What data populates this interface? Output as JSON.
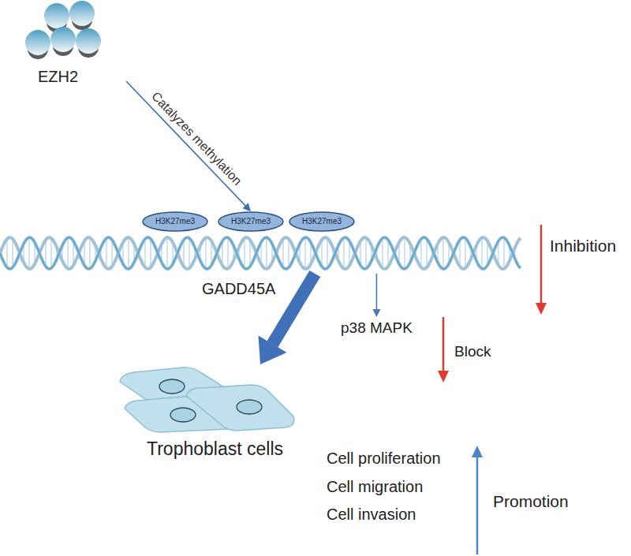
{
  "diagram": {
    "nodes": [
      {
        "text": [
          "EZH2"
        ]
      },
      {
        "text": [
          "GADD45A"
        ]
      },
      {
        "text": [
          "H3K27me3"
        ]
      },
      {
        "text": [
          "H3K27me3"
        ]
      },
      {
        "text": [
          "H3K27me3"
        ]
      },
      {
        "text": [
          "p38 MAPK"
        ]
      },
      {
        "text": [
          "Trophoblast cells"
        ]
      }
    ],
    "edges": [
      {
        "from": 0,
        "to": 3,
        "label": "Catalyzes methylation",
        "arrow": "to"
      },
      {
        "from": 1,
        "to": 5,
        "arrow": "to"
      },
      {
        "from": 1,
        "to": 6,
        "arrow": "to"
      }
    ],
    "labels": [
      "Inhibition",
      "Block",
      "Cell proliferation",
      "Cell migration",
      "Cell invasion",
      "Promotion"
    ]
  }
}
